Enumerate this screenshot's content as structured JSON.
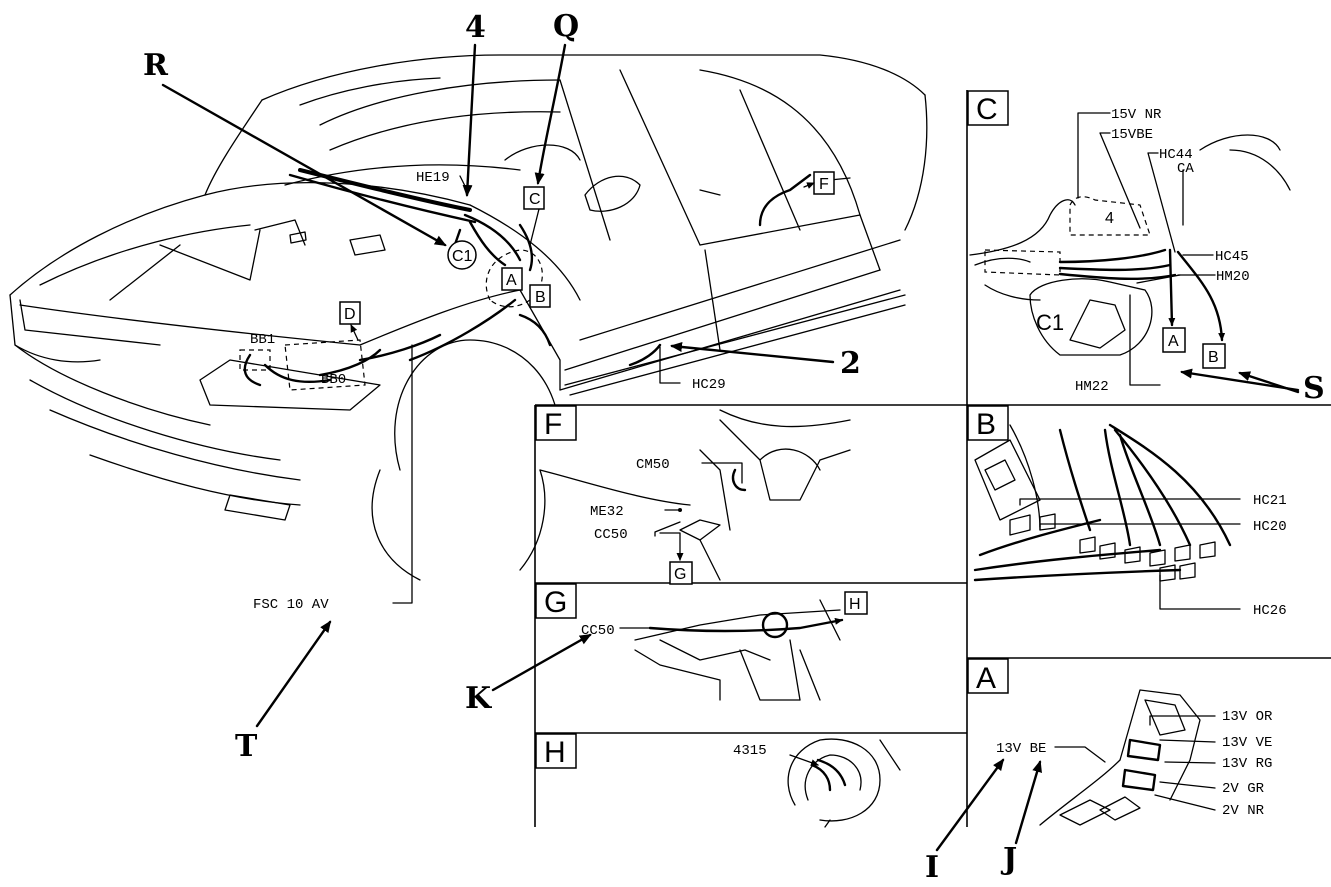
{
  "callouts": {
    "q4": "4",
    "q": "Q",
    "r": "R",
    "s": "S",
    "two": "2",
    "t": "T",
    "k": "K",
    "i": "I",
    "j": "J"
  },
  "car_labels": {
    "he19": "HE19",
    "c1": "C1",
    "tag_a": "A",
    "tag_b": "B",
    "tag_c": "C",
    "tag_d": "D",
    "tag_f": "F",
    "bb1": "BB1",
    "bb0": "BB0",
    "hc29": "HC29",
    "fsc": "FSC 10 AV"
  },
  "panel_c": {
    "title": "C",
    "labels": [
      "15V NR",
      "15VBE",
      "HC44",
      "CA",
      "HC45",
      "HM20",
      "HM22"
    ],
    "c1": "C1",
    "num4": "4",
    "tag_a": "A",
    "tag_b": "B"
  },
  "panel_b": {
    "title": "B",
    "labels": [
      "HC21",
      "HC20",
      "HC26"
    ]
  },
  "panel_a": {
    "title": "A",
    "labels": [
      "13V OR",
      "13V VE",
      "13V RG",
      "2V GR",
      "2V NR"
    ],
    "left_label": "13V BE"
  },
  "panel_f": {
    "title": "F",
    "labels": [
      "CM50",
      "ME32",
      "CC50"
    ],
    "tag_g": "G"
  },
  "panel_g": {
    "title": "G",
    "label": "CC50",
    "tag_h": "H"
  },
  "panel_h": {
    "title": "H",
    "label": "4315"
  }
}
